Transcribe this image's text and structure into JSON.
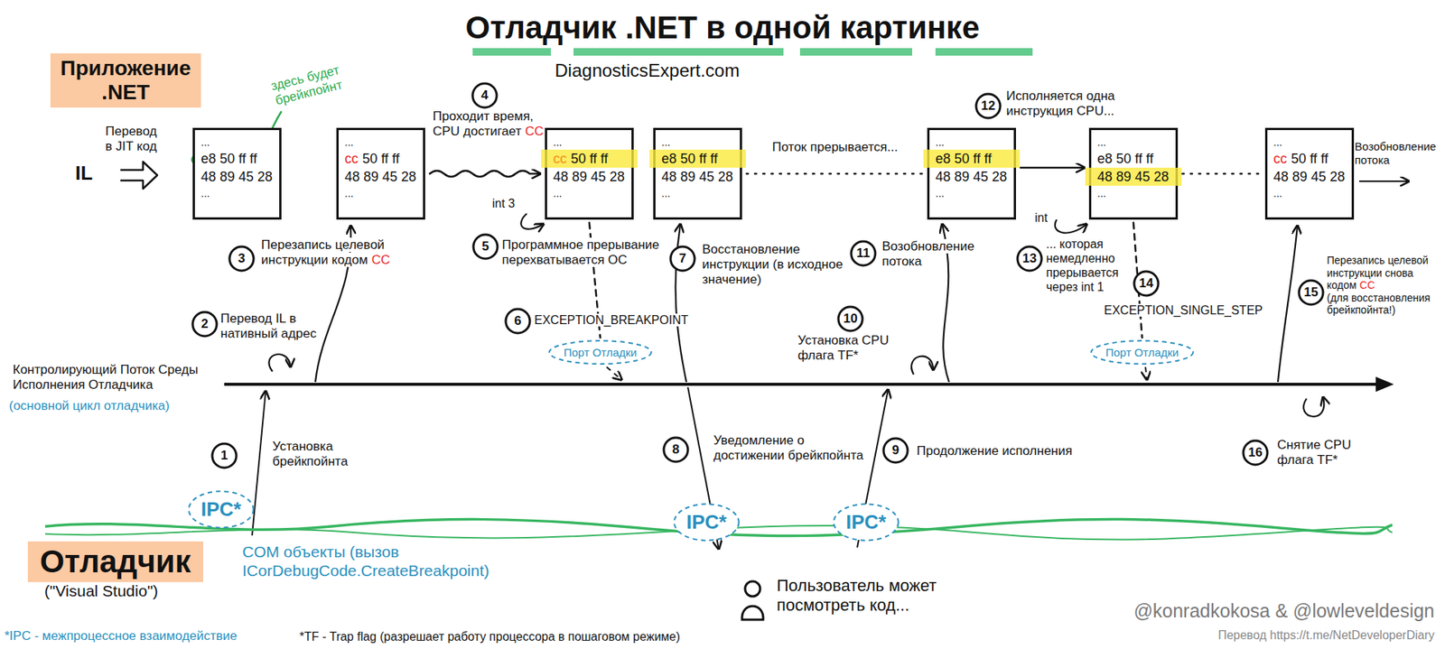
{
  "diagram": {
    "title": "Отладчик .NET в одной картинке",
    "nodes": [
      {
        "text": [
          "Приложение .NET"
        ]
      },
      {
        "text": [
          "...",
          "e8 50 ff ff",
          "48 89 45 28",
          "..."
        ]
      },
      {
        "text": [
          "...",
          "cc",
          "50 ff ff",
          "48 89 45 28",
          "..."
        ]
      },
      {
        "text": [
          "...",
          "cc",
          "50 ff ff",
          "48 89 45 28",
          "..."
        ]
      },
      {
        "text": [
          "...",
          "e8 50 ff ff",
          "48 89 45 28",
          "..."
        ]
      },
      {
        "text": [
          "...",
          "e8 50 ff ff",
          "48 89 45 28",
          "..."
        ]
      },
      {
        "text": [
          "...",
          "e8 50 ff ff",
          "48 89 45 28",
          "..."
        ]
      },
      {
        "text": [
          "...",
          "cc",
          "50 ff ff",
          "48 89 45 28",
          "..."
        ]
      },
      {
        "text": [
          "1"
        ]
      },
      {
        "text": [
          "2"
        ]
      },
      {
        "text": [
          "3"
        ]
      },
      {
        "text": [
          "4"
        ]
      },
      {
        "text": [
          "5"
        ]
      },
      {
        "text": [
          "6"
        ]
      },
      {
        "text": [
          "7"
        ]
      },
      {
        "text": [
          "8"
        ]
      },
      {
        "text": [
          "9"
        ]
      },
      {
        "text": [
          "10"
        ]
      },
      {
        "text": [
          "11"
        ]
      },
      {
        "text": [
          "12"
        ]
      },
      {
        "text": [
          "13"
        ]
      },
      {
        "text": [
          "14"
        ]
      },
      {
        "text": [
          "15"
        ]
      },
      {
        "text": [
          "16"
        ]
      },
      {
        "text": [
          "Порт Отладки"
        ]
      },
      {
        "text": [
          "Порт Отладки"
        ]
      },
      {
        "text": [
          "IPC*"
        ]
      },
      {
        "text": [
          "IPC*"
        ]
      },
      {
        "text": [
          "IPC*"
        ]
      },
      {
        "text": [
          "Отладчик",
          "(\"Visual Studio\")"
        ]
      }
    ],
    "edges": [
      {
        "from": 2,
        "to": 3,
        "arrow": "to"
      },
      {
        "from": 4,
        "to": 5,
        "label": "Поток прерывается...",
        "arrow": "none"
      },
      {
        "from": 5,
        "to": 6,
        "arrow": "to"
      },
      {
        "from": 6,
        "to": 7,
        "arrow": "none"
      },
      {
        "from": 3,
        "to": 24,
        "arrow": "none"
      },
      {
        "from": 6,
        "to": 25,
        "arrow": "none"
      }
    ],
    "labels": [
      "DiagnosticsExpert.com",
      "здесь будет брейкпойнт",
      "Перевод в JIT код",
      "IL",
      "Проходит время, CPU достигает",
      "CC",
      "int 3",
      "Исполняется одна инструкция CPU...",
      "Возобновление потока",
      "int",
      "Перезапись целевой инструкции кодом",
      "CC",
      "Программное прерывание перехватывается ОС",
      "Восстановление инструкции (в исходное значение)",
      "Возобновление потока",
      "... которая немедленно прерывается через int 1",
      "Перевод IL в нативный адрес",
      "EXCEPTION_BREAKPOINT",
      "Установка CPU флага TF*",
      "EXCEPTION_SINGLE_STEP",
      "Перезапись целевой инструкции снова кодом",
      "CC",
      "(для восстановления брейкпойнта!)",
      "Контролирующий Поток Среды Исполнения Отладчика",
      "(основной цикл отладчика)",
      "Установка брейкпойнта",
      "Уведомление о достижении брейкпойнта",
      "Продолжение исполнения",
      "Снятие CPU флага TF*",
      "COM объекты (вызов ICorDebugCode.CreateBreakpoint)",
      "Пользователь может посмотреть код...",
      "*IPC - межпроцессное взаимодействие",
      "*TF - Trap flag (разрешает работу процессора в пошаговом режиме)",
      "@konradkokosa & @lowleveldesign",
      "Перевод https://t.me/NetDeveloperDiary"
    ]
  }
}
